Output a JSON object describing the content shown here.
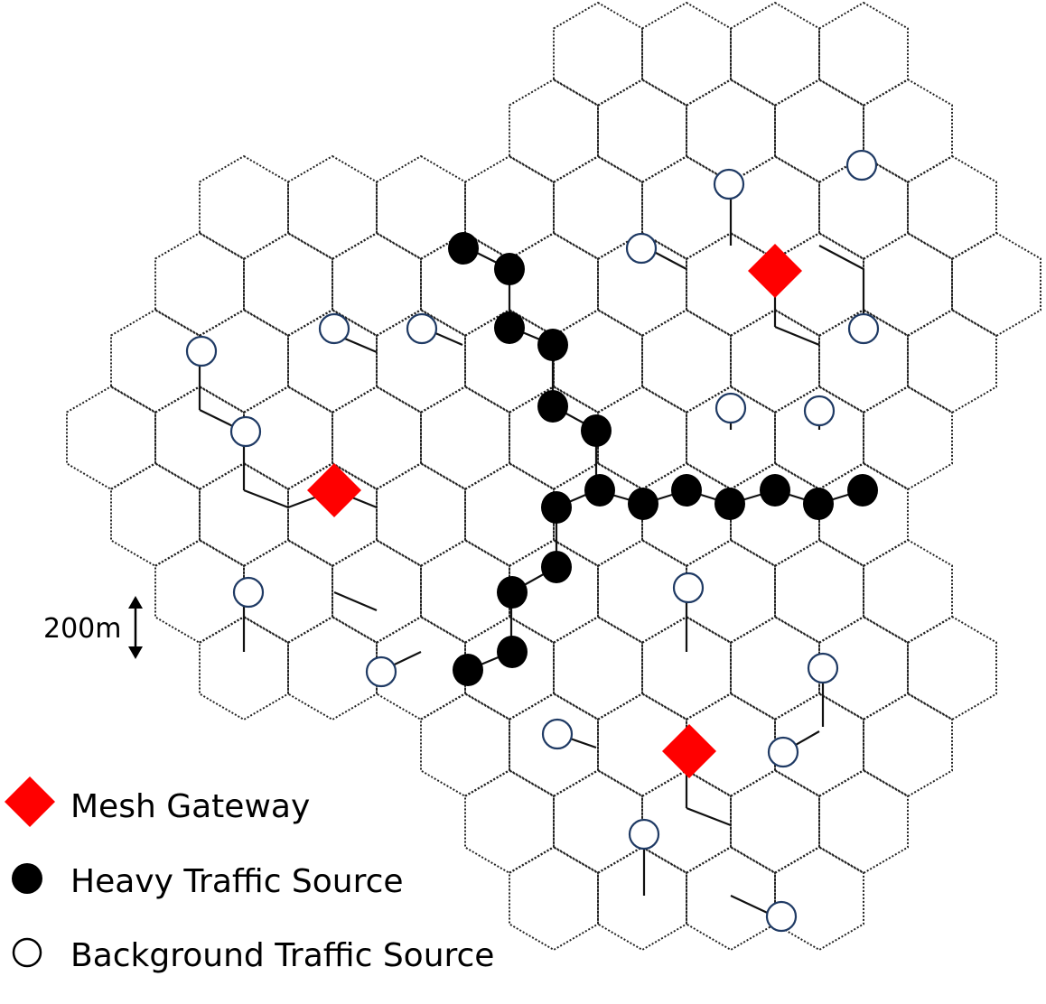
{
  "scale": {
    "label": "200m"
  },
  "legend": {
    "gateway": "Mesh Gateway",
    "heavy": "Heavy Traffic Source",
    "background": "Background Traffic Source"
  },
  "colors": {
    "gateway": "#ff0000",
    "heavy": "#000000",
    "background_stroke": "#1f3a64"
  }
}
